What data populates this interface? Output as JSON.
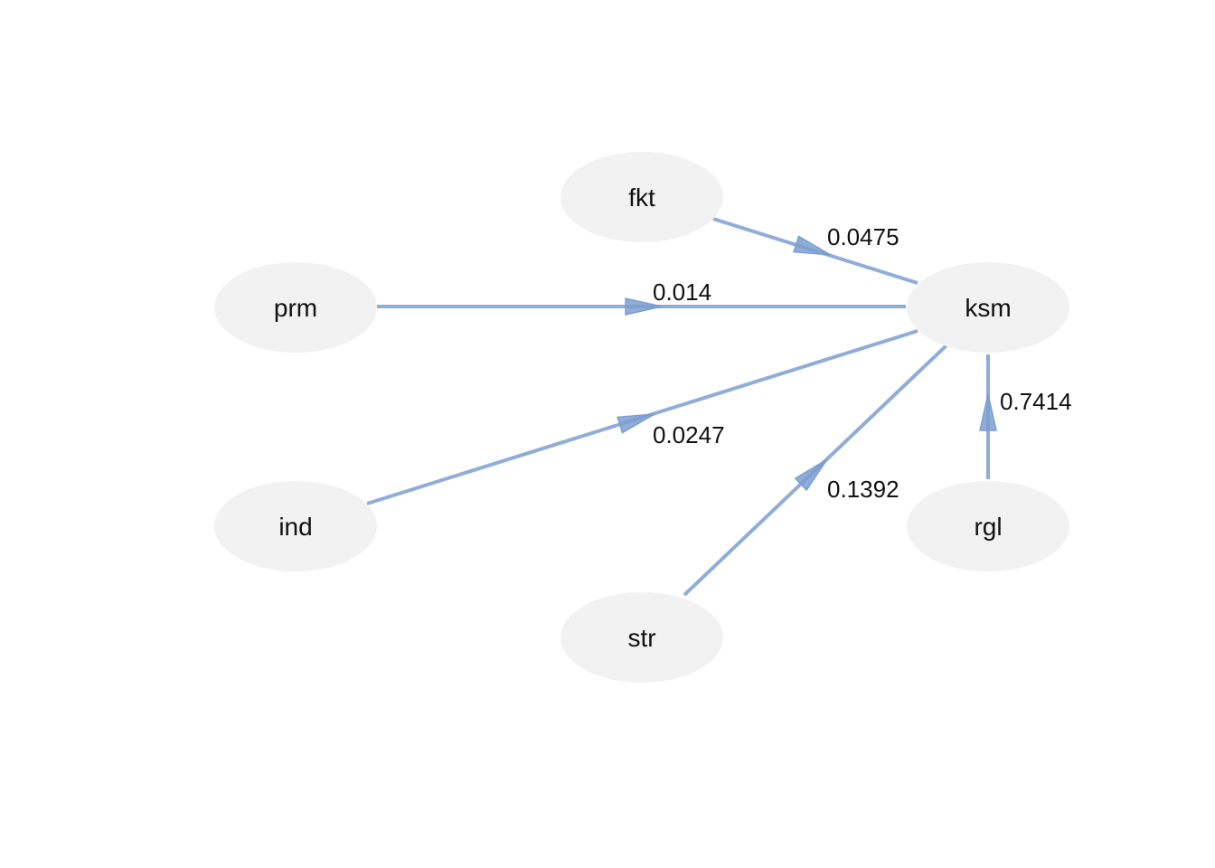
{
  "colors": {
    "node_fill": "#f2f2f2",
    "edge_color": "#7b9fd1",
    "text_color": "#111111",
    "background": "#ffffff"
  },
  "nodes": [
    {
      "id": "fkt",
      "label": "fkt"
    },
    {
      "id": "prm",
      "label": "prm"
    },
    {
      "id": "ksm",
      "label": "ksm"
    },
    {
      "id": "ind",
      "label": "ind"
    },
    {
      "id": "rgl",
      "label": "rgl"
    },
    {
      "id": "str",
      "label": "str"
    }
  ],
  "edges": [
    {
      "from": "fkt",
      "to": "ksm",
      "label": "0.0475"
    },
    {
      "from": "prm",
      "to": "ksm",
      "label": "0.014"
    },
    {
      "from": "ind",
      "to": "ksm",
      "label": "0.0247"
    },
    {
      "from": "str",
      "to": "ksm",
      "label": "0.1392"
    },
    {
      "from": "rgl",
      "to": "ksm",
      "label": "0.7414"
    }
  ]
}
